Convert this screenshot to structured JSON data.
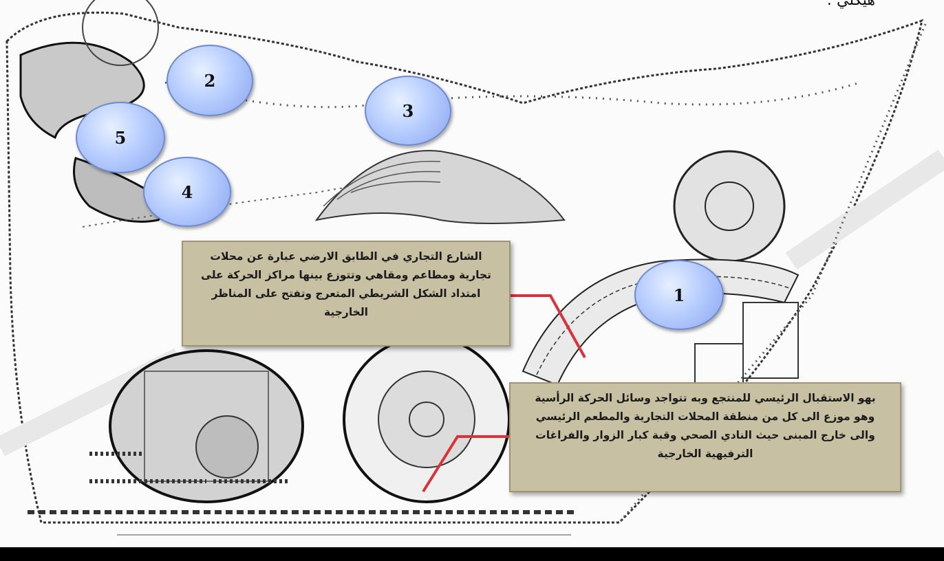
{
  "corner_text": "هيكلي :",
  "markers": [
    {
      "number": "1"
    },
    {
      "number": "2"
    },
    {
      "number": "3"
    },
    {
      "number": "4"
    },
    {
      "number": "5"
    }
  ],
  "callouts": {
    "commercial_street": "الشارع التجاري في الطابق الارضي عبارة عن محلات تجارية ومطاعم ومقاهي وتتوزع بينها مراكز الحركة على امتداد الشكل الشريطي المتعرج وتفتح على المناظر الخارجية",
    "main_reception": "بهو الاستقبال الرئيسي للمنتجع وبه تتواجد وسائل الحركة الرأسية وهو موزع الى كل من منطقة المحلات التجارية والمطعم الرئيسي والى خارج المبنى حيث النادي الصحي وقبة كبار الزوار والفراغات الترفيهية الخارجية"
  },
  "colors": {
    "marker_fill": "#b8ceff",
    "callout_fill": "#c8c0a3",
    "leader_line": "#d9323a"
  }
}
